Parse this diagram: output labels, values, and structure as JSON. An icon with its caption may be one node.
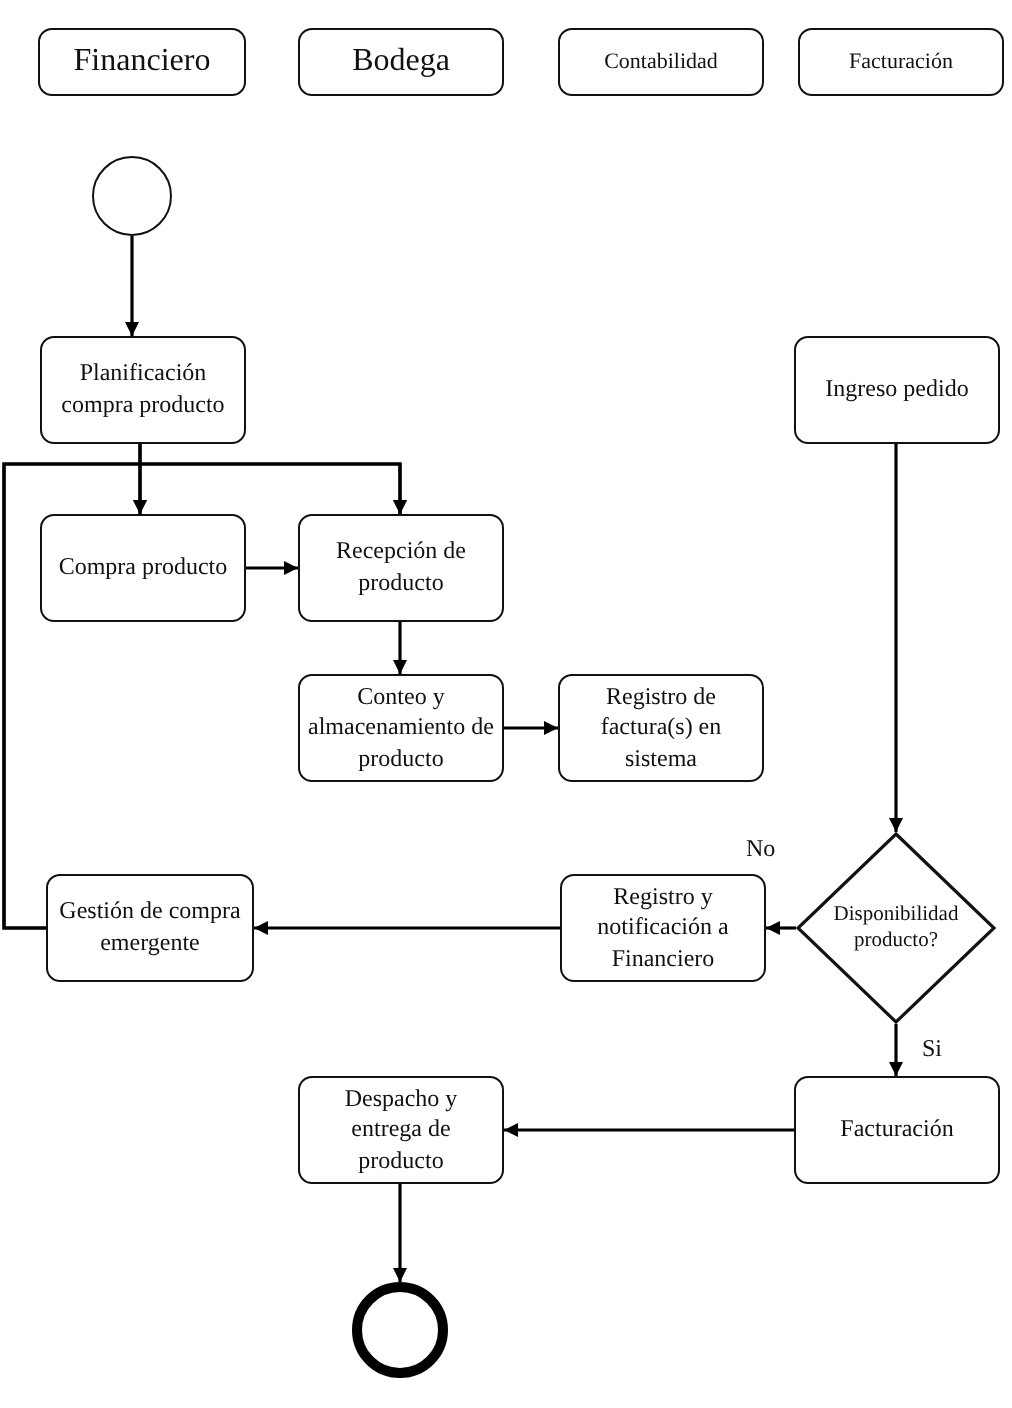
{
  "diagram": {
    "nodes": [
      {
        "text": [
          "Financiero"
        ]
      },
      {
        "text": [
          "Bodega"
        ]
      },
      {
        "text": [
          "Contabilidad"
        ]
      },
      {
        "text": [
          "Facturación"
        ]
      },
      {
        "text": [],
        "shape": "circle"
      },
      {
        "text": [
          "Planificación compra producto"
        ]
      },
      {
        "text": [
          "Compra producto"
        ]
      },
      {
        "text": [
          "Recepción de producto"
        ]
      },
      {
        "text": [
          "Conteo y almacenamiento de producto"
        ]
      },
      {
        "text": [
          "Registro de factura(s) en sistema"
        ]
      },
      {
        "text": [
          "Ingreso pedido"
        ]
      },
      {
        "text": [
          "Disponibilidad producto?"
        ]
      },
      {
        "text": [
          "Registro y notificación a Financiero"
        ]
      },
      {
        "text": [
          "Gestión de compra emergente"
        ]
      },
      {
        "text": [
          "Facturación"
        ]
      },
      {
        "text": [
          "Despacho y entrega de producto"
        ]
      },
      {
        "text": [],
        "shape": "circle"
      }
    ],
    "edges": [
      {
        "from": 4,
        "to": 5,
        "arrow": "to"
      },
      {
        "from": 5,
        "to": 6,
        "arrow": "to"
      },
      {
        "from": 5,
        "to": 7,
        "arrow": "to"
      },
      {
        "from": 6,
        "to": 7,
        "arrow": "to"
      },
      {
        "from": 7,
        "to": 8,
        "arrow": "to"
      },
      {
        "from": 8,
        "to": 9,
        "arrow": "to"
      },
      {
        "from": 10,
        "to": 11,
        "arrow": "to"
      },
      {
        "from": 11,
        "to": 12,
        "arrow": "to",
        "label": "No"
      },
      {
        "from": 12,
        "to": 13,
        "arrow": "to"
      },
      {
        "from": 13,
        "to": 6,
        "arrow": "to"
      },
      {
        "from": 13,
        "to": 7,
        "arrow": "to"
      },
      {
        "from": 11,
        "to": 14,
        "arrow": "to",
        "label": "Si"
      },
      {
        "from": 14,
        "to": 15,
        "arrow": "to"
      },
      {
        "from": 15,
        "to": 16,
        "arrow": "to"
      }
    ]
  }
}
